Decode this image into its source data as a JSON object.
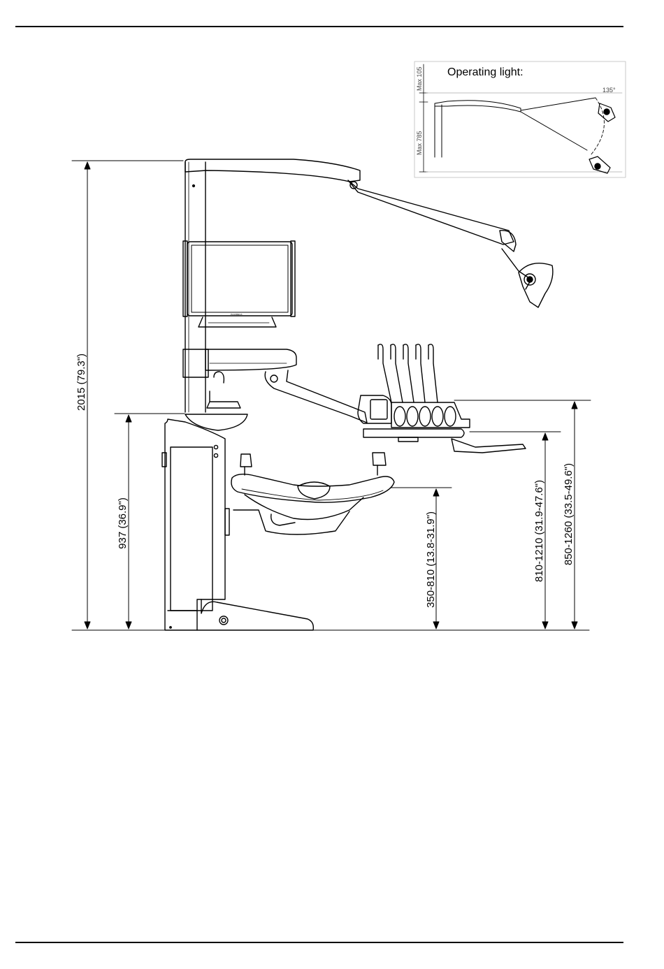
{
  "inset": {
    "title": "Operating light:",
    "max_upper": "Max 105",
    "max_lower": "Max 785",
    "angle": "135°"
  },
  "dimensions": {
    "overall_height": "2015 (79.3\")",
    "cuspidor_height": "937 (36.9\")",
    "chair_height": "350-810 (13.8-31.9\")",
    "tray_height": "810-1210 (31.9-47.6\")",
    "instrument_height": "850-1260 (33.5-49.6\")"
  },
  "monitor": {
    "brand": "PLANMECA"
  }
}
